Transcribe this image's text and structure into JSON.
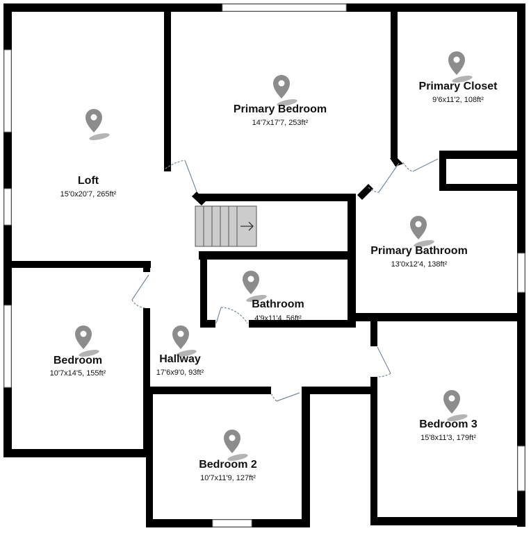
{
  "colors": {
    "wall": "#000000",
    "floor": "#ffffff",
    "pin": "#8c8c8c",
    "pin_shadow": "#b3b3b3",
    "door_swing": "#7a8a99",
    "stairs_fill": "#cccccc",
    "stairs_stroke": "#555555"
  },
  "icons": {
    "location_pin": "map-pin-icon",
    "stairs_direction": "arrow-right-icon"
  },
  "rooms": {
    "loft": {
      "name": "Loft",
      "dims": "15'0x20'7, 265ft²"
    },
    "primary_bedroom": {
      "name": "Primary Bedroom",
      "dims": "14'7x17'7, 253ft²"
    },
    "primary_closet": {
      "name": "Primary Closet",
      "dims": "9'6x11'2, 108ft²"
    },
    "primary_bathroom": {
      "name": "Primary Bathroom",
      "dims": "13'0x12'4, 138ft²"
    },
    "bathroom": {
      "name": "Bathroom",
      "dims": "4'9x11'4, 56ft²"
    },
    "bedroom": {
      "name": "Bedroom",
      "dims": "10'7x14'5, 155ft²"
    },
    "hallway": {
      "name": "Hallway",
      "dims": "17'6x9'0, 93ft²"
    },
    "bedroom_2": {
      "name": "Bedroom 2",
      "dims": "10'7x11'9, 127ft²"
    },
    "bedroom_3": {
      "name": "Bedroom 3",
      "dims": "15'8x11'3, 179ft²"
    }
  }
}
